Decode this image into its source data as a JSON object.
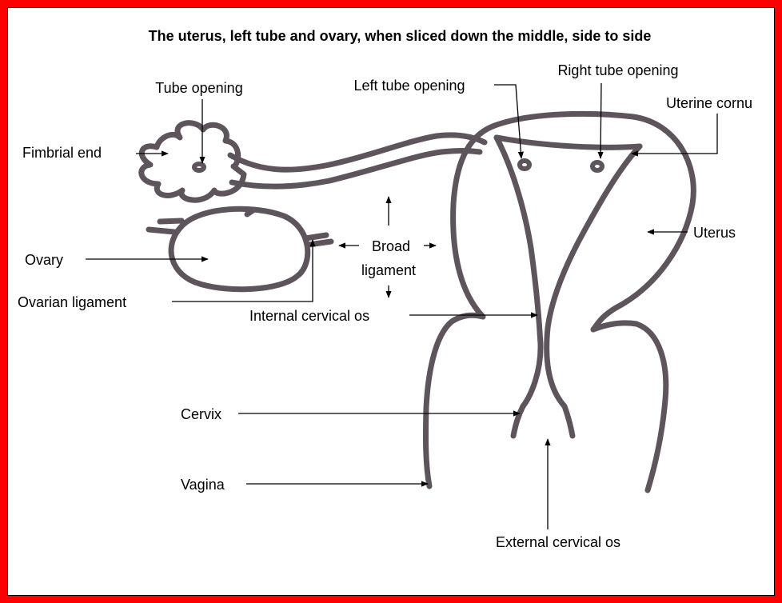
{
  "title": "The uterus, left tube and ovary, when sliced down the middle, side to side",
  "colors": {
    "frame": "#ff0000",
    "ink": "#5e555c",
    "text": "#000000"
  },
  "labels": {
    "tube_opening": "Tube opening",
    "left_tube_opening": "Left tube opening",
    "right_tube_opening": "Right tube opening",
    "uterine_cornu": "Uterine cornu",
    "fimbrial_end": "Fimbrial end",
    "broad": "Broad",
    "ligament": "ligament",
    "uterus": "Uterus",
    "ovary": "Ovary",
    "ovarian_ligament": "Ovarian ligament",
    "internal_cervical_os": "Internal cervical os",
    "cervix": "Cervix",
    "vagina": "Vagina",
    "external_cervical_os": "External cervical os"
  }
}
